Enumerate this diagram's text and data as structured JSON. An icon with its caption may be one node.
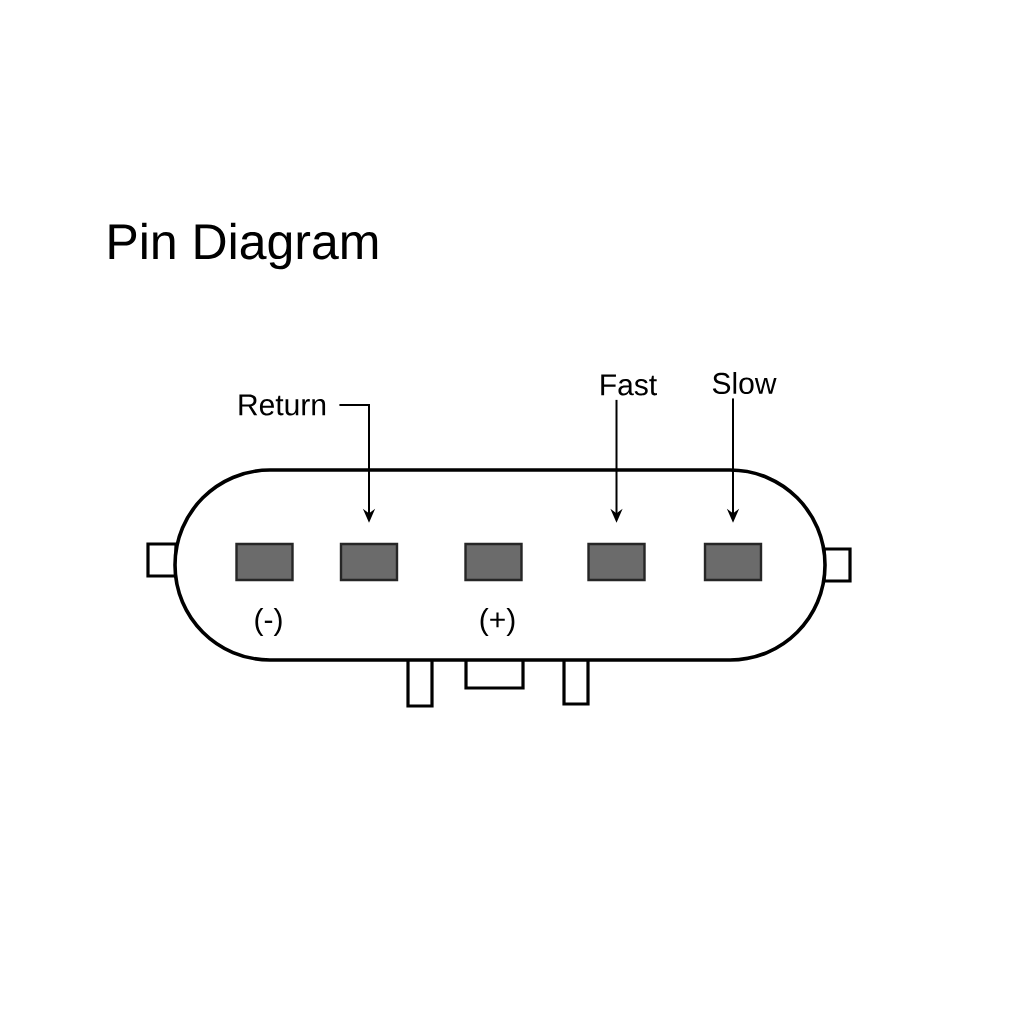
{
  "diagram": {
    "title": "Pin Diagram",
    "nodes": [
      {
        "text": [],
        "shape": "box"
      },
      {
        "text": [],
        "shape": "box",
        "in": 0,
        "beside": [
          "(-)"
        ]
      },
      {
        "text": [],
        "shape": "box",
        "in": 0
      },
      {
        "text": [],
        "shape": "box",
        "in": 0,
        "beside": [
          "(+)"
        ]
      },
      {
        "text": [],
        "shape": "box",
        "in": 0
      },
      {
        "text": [],
        "shape": "box",
        "in": 0
      },
      {
        "text": [
          "Return"
        ]
      },
      {
        "text": [
          "Fast"
        ]
      },
      {
        "text": [
          "Slow"
        ]
      }
    ],
    "edges": [
      {
        "from": 6,
        "to": 2,
        "arrow": "to"
      },
      {
        "from": 7,
        "to": 4,
        "arrow": "to"
      },
      {
        "from": 8,
        "to": 5,
        "arrow": "to"
      }
    ]
  }
}
